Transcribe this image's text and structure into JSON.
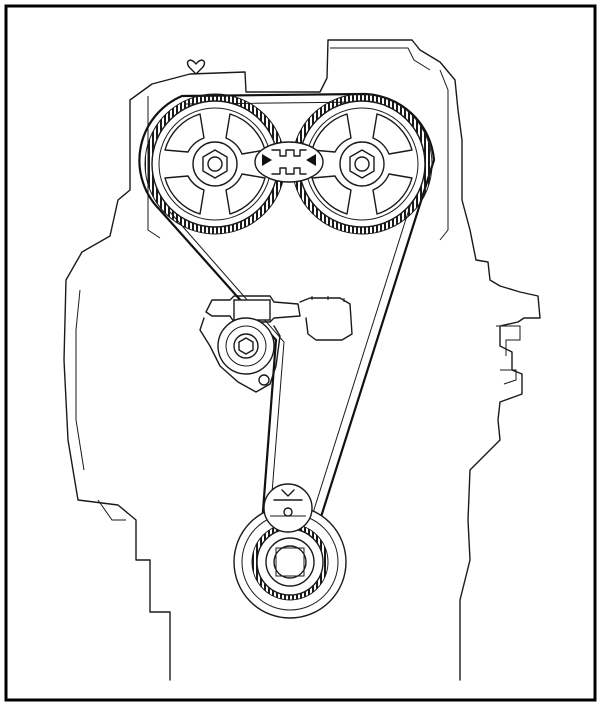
{
  "diagram": {
    "kind": "engine timing belt routing illustration",
    "components": [
      {
        "id": "intake-cam-sprocket",
        "icon": "toothed-sprocket"
      },
      {
        "id": "exhaust-cam-sprocket",
        "icon": "toothed-sprocket"
      },
      {
        "id": "alignment-mark-left",
        "icon": "triangle-arrow-right"
      },
      {
        "id": "alignment-mark-right",
        "icon": "triangle-arrow-left"
      },
      {
        "id": "belt-tensioner",
        "icon": "idler-pulley"
      },
      {
        "id": "crankshaft-sprocket",
        "icon": "toothed-sprocket"
      },
      {
        "id": "timing-belt",
        "icon": "belt-loop"
      },
      {
        "id": "crank-timing-mark",
        "icon": "oval-notch"
      }
    ],
    "colors": {
      "line": "#1a1a1a",
      "background": "#ffffff",
      "border": "#000000"
    }
  }
}
